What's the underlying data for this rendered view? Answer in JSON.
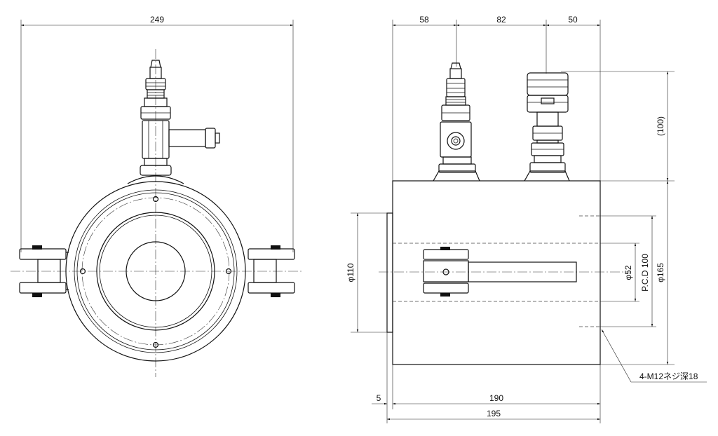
{
  "front_view": {
    "overall_width": "249"
  },
  "side_view": {
    "dim_58": "58",
    "dim_82": "82",
    "dim_50": "50",
    "dim_100_ref": "(100)",
    "dia_110": "φ110",
    "dia_52": "φ52",
    "pcd_100": "P.C.D 100",
    "dia_165": "φ165",
    "tap_note": "4-M12ネジ深18",
    "dim_5": "5",
    "dim_190": "190",
    "dim_195": "195"
  }
}
